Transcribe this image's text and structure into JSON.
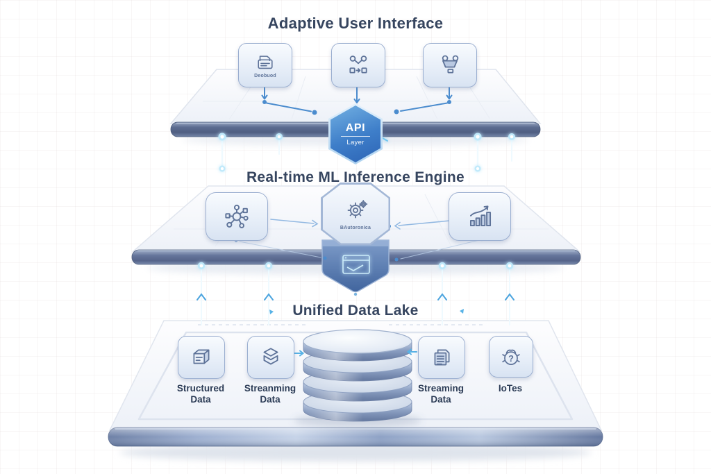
{
  "diagram": {
    "ui_layer": {
      "title": "Adaptive User Interface",
      "dashboard_caption": "Deobuod"
    },
    "api_badge": {
      "title": "API",
      "subtitle": "Layer"
    },
    "ml_layer": {
      "title": "Real-time ML Inference Engine",
      "engine_caption": "BAutoronica"
    },
    "data_layer": {
      "title": "Unified Data Lake",
      "sources": [
        {
          "label": "Structured Data"
        },
        {
          "label": "Streanming Data"
        },
        {
          "label": "Streaming Data"
        },
        {
          "label": "IoTes"
        }
      ],
      "iot_icon_glyph": "?"
    },
    "colors": {
      "api_blue": "#3a78c2",
      "glow_cyan": "#8edcf8",
      "edge_slate": "#5d6f93",
      "title_navy": "#36455f",
      "icon_stroke": "#5d7298"
    }
  }
}
